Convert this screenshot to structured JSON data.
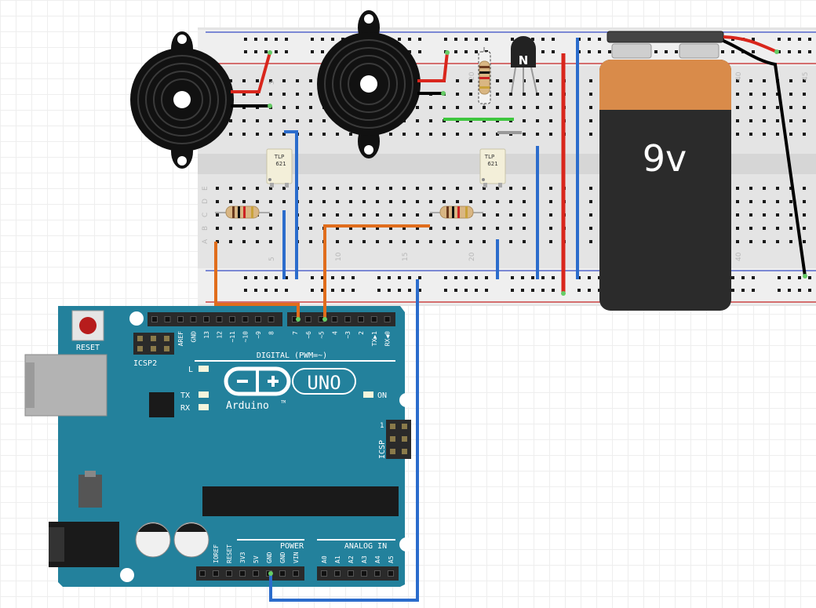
{
  "breadboard": {
    "column_numbers_top": [
      "5",
      "20",
      "40",
      "45"
    ],
    "column_numbers_bottom": [
      "5",
      "10",
      "15",
      "20",
      "40"
    ],
    "row_letters": [
      "E",
      "D",
      "C",
      "B",
      "A"
    ]
  },
  "optocouplers": [
    {
      "line1": "TLP",
      "line2": "621"
    },
    {
      "line1": "TLP",
      "line2": "621"
    }
  ],
  "transistor": {
    "label": "N"
  },
  "battery": {
    "label": "9v"
  },
  "arduino": {
    "reset_label": "RESET",
    "icsp2_label": "ICSP2",
    "icsp_label": "ICSP",
    "icsp_pin1": "1",
    "digital_label": "DIGITAL (PWM=~)",
    "digital_pins": [
      "AREF",
      "GND",
      "13",
      "12",
      "~11",
      "~10",
      "~9",
      "8",
      "7",
      "~6",
      "~5",
      "4",
      "~3",
      "2",
      "TX▶1",
      "RX◀0"
    ],
    "led_l": "L",
    "led_tx": "TX",
    "led_rx": "RX",
    "led_on": "ON",
    "uno_label": "UNO",
    "brand_label": "Arduino",
    "trademark": "TM",
    "power_label": "POWER",
    "analog_label": "ANALOG IN",
    "power_pins": [
      "IOREF",
      "RESET",
      "3V3",
      "5V",
      "GND",
      "GND",
      "VIN"
    ],
    "analog_pins": [
      "A0",
      "A1",
      "A2",
      "A3",
      "A4",
      "A5"
    ]
  },
  "colors": {
    "board": "#23819c",
    "breadboard": "#e6e6e6",
    "wire_red": "#d9261c",
    "wire_black": "#000000",
    "wire_blue": "#2b6ccc",
    "wire_orange": "#e06d1c",
    "wire_green": "#3ec63e",
    "battery_top": "#d98b4a",
    "battery_body": "#2b2b2b"
  }
}
